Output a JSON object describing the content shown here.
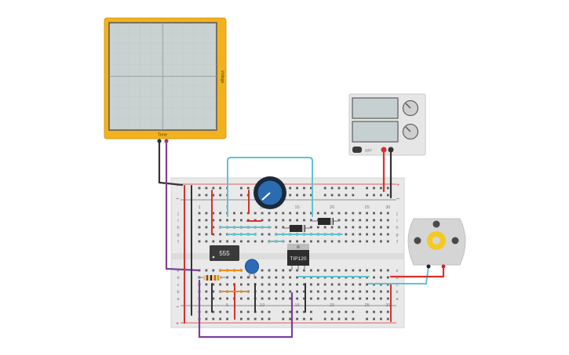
{
  "oscilloscope": {
    "time_label": "Time",
    "volt_label": "Voltage",
    "frame_color": "#f2b21f"
  },
  "power_supply": {
    "off_label": "OFF",
    "body_color": "#e6e6e6"
  },
  "chips": {
    "timer_label": "555",
    "transistor_label": "TIP120"
  },
  "motor": {
    "body_color": "#d5d5d5",
    "gear_color": "#f4c924"
  },
  "breadboard": {
    "rows_top": [
      "j",
      "i",
      "h",
      "g",
      "f"
    ],
    "rows_bottom": [
      "e",
      "d",
      "c",
      "b",
      "a"
    ],
    "columns": [
      "1",
      "5",
      "10",
      "15",
      "20",
      "25",
      "30"
    ]
  },
  "colors": {
    "wire_red": "#d8302c",
    "wire_black": "#333333",
    "wire_purple": "#7b3f98",
    "wire_cyan": "#5fc3d0",
    "wire_orange": "#f08c1e",
    "pot_blue": "#2b6cb0"
  }
}
